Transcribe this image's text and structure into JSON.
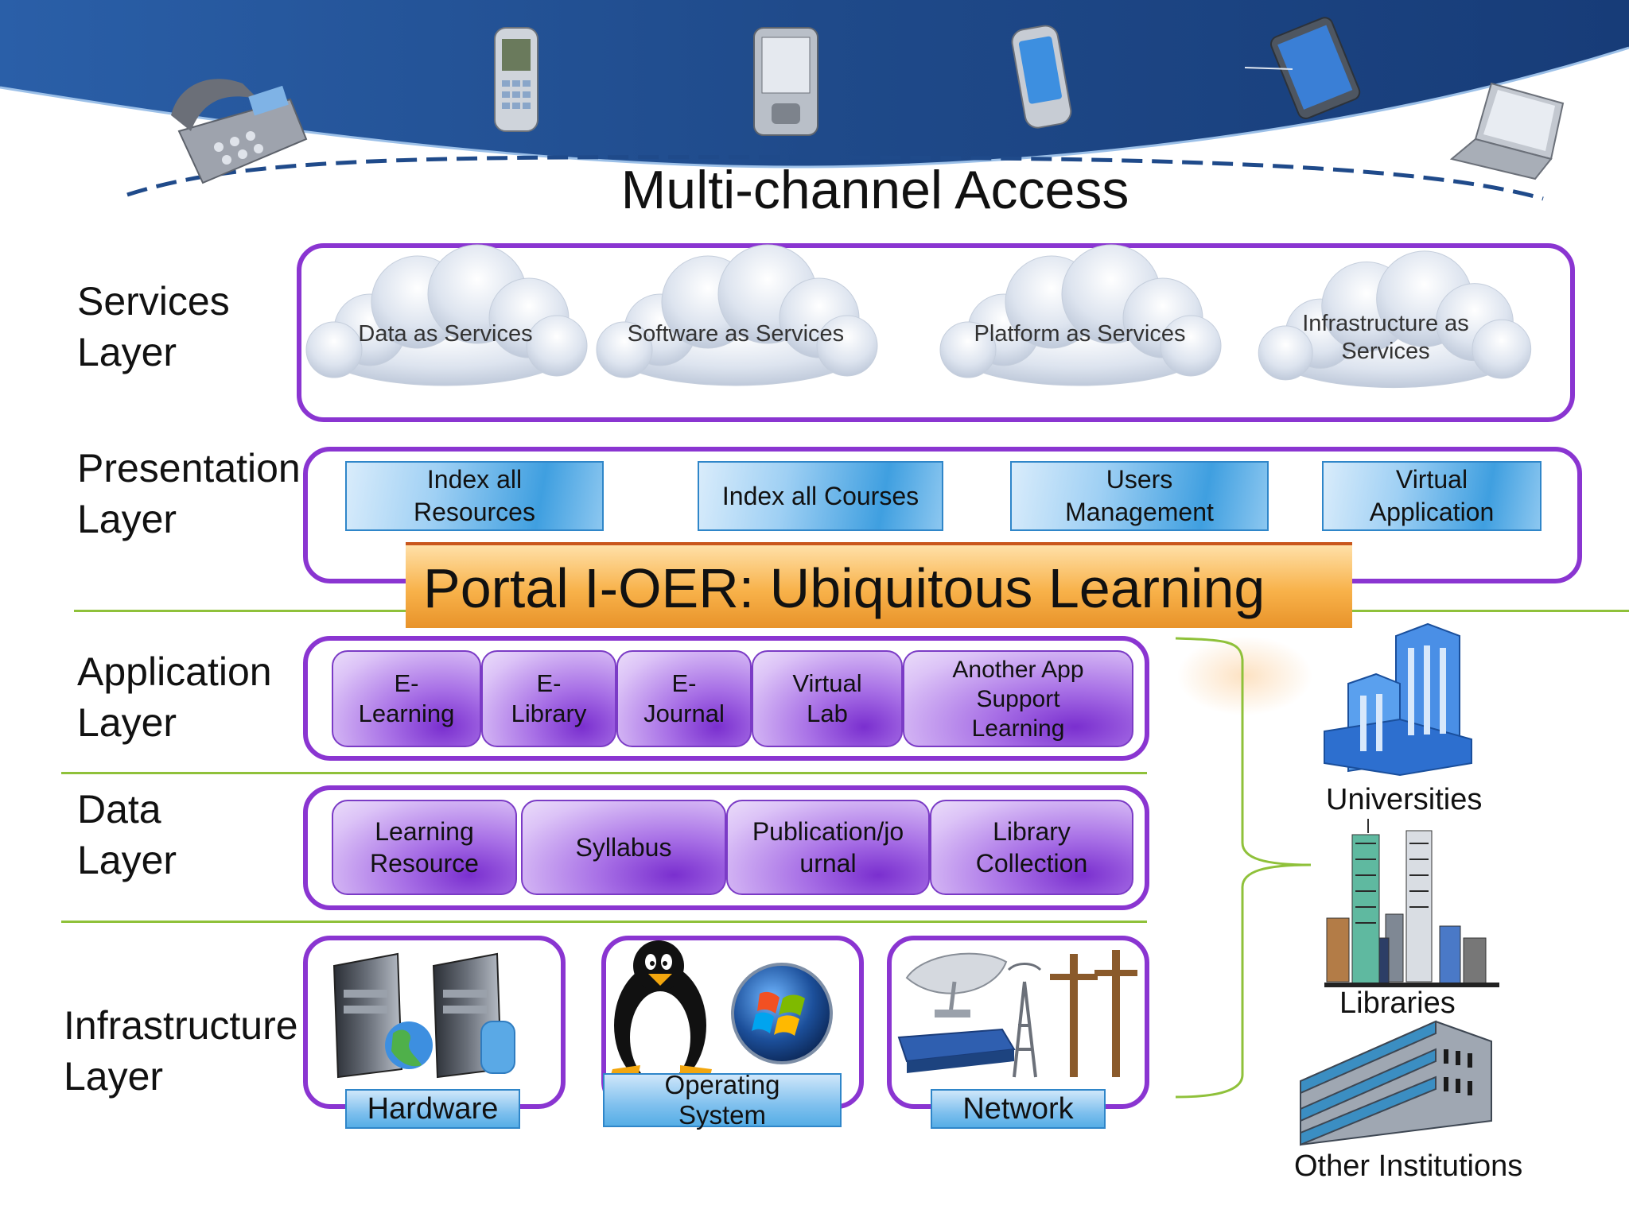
{
  "title": "Multi-channel Access",
  "layers": {
    "services": "Services\nLayer",
    "presentation": "Presentation\nLayer",
    "application": "Application\nLayer",
    "data": "Data\nLayer",
    "infrastructure": "Infrastructure\nLayer"
  },
  "services": [
    "Data as Services",
    "Software as Services",
    "Platform as Services",
    "Infrastructure as\nServices"
  ],
  "presentation": [
    "Index all\nResources",
    "Index all Courses",
    "Users\nManagement",
    "Virtual\nApplication"
  ],
  "portal": "Portal I-OER: Ubiquitous Learning",
  "application": [
    "E-\nLearning",
    "E-\nLibrary",
    "E-\nJournal",
    "Virtual\nLab",
    "Another App\nSupport\nLearning"
  ],
  "data_layer": [
    "Learning\nResource",
    "Syllabus",
    "Publication/jo\nurnal",
    "Library\nCollection"
  ],
  "infrastructure": [
    "Hardware",
    "Operating\nSystem",
    "Network"
  ],
  "institutions": [
    "Universities",
    "Libraries",
    "Other Institutions"
  ],
  "colors": {
    "frame": "#8a35d1",
    "separator": "#8fc13a",
    "banner": "#1f4a8a",
    "bracket": "#8fc13a"
  },
  "icons": [
    "desk-phone-icon",
    "mobile-phone-icon",
    "pda-icon",
    "smartphone-icon",
    "tablet-icon",
    "laptop-icon",
    "server-icon",
    "globe-icon",
    "linux-penguin-icon",
    "windows-logo-icon",
    "satellite-dish-icon",
    "radio-tower-icon",
    "power-pole-icon",
    "router-icon",
    "university-building-icon",
    "city-skyline-icon",
    "institution-building-icon"
  ]
}
